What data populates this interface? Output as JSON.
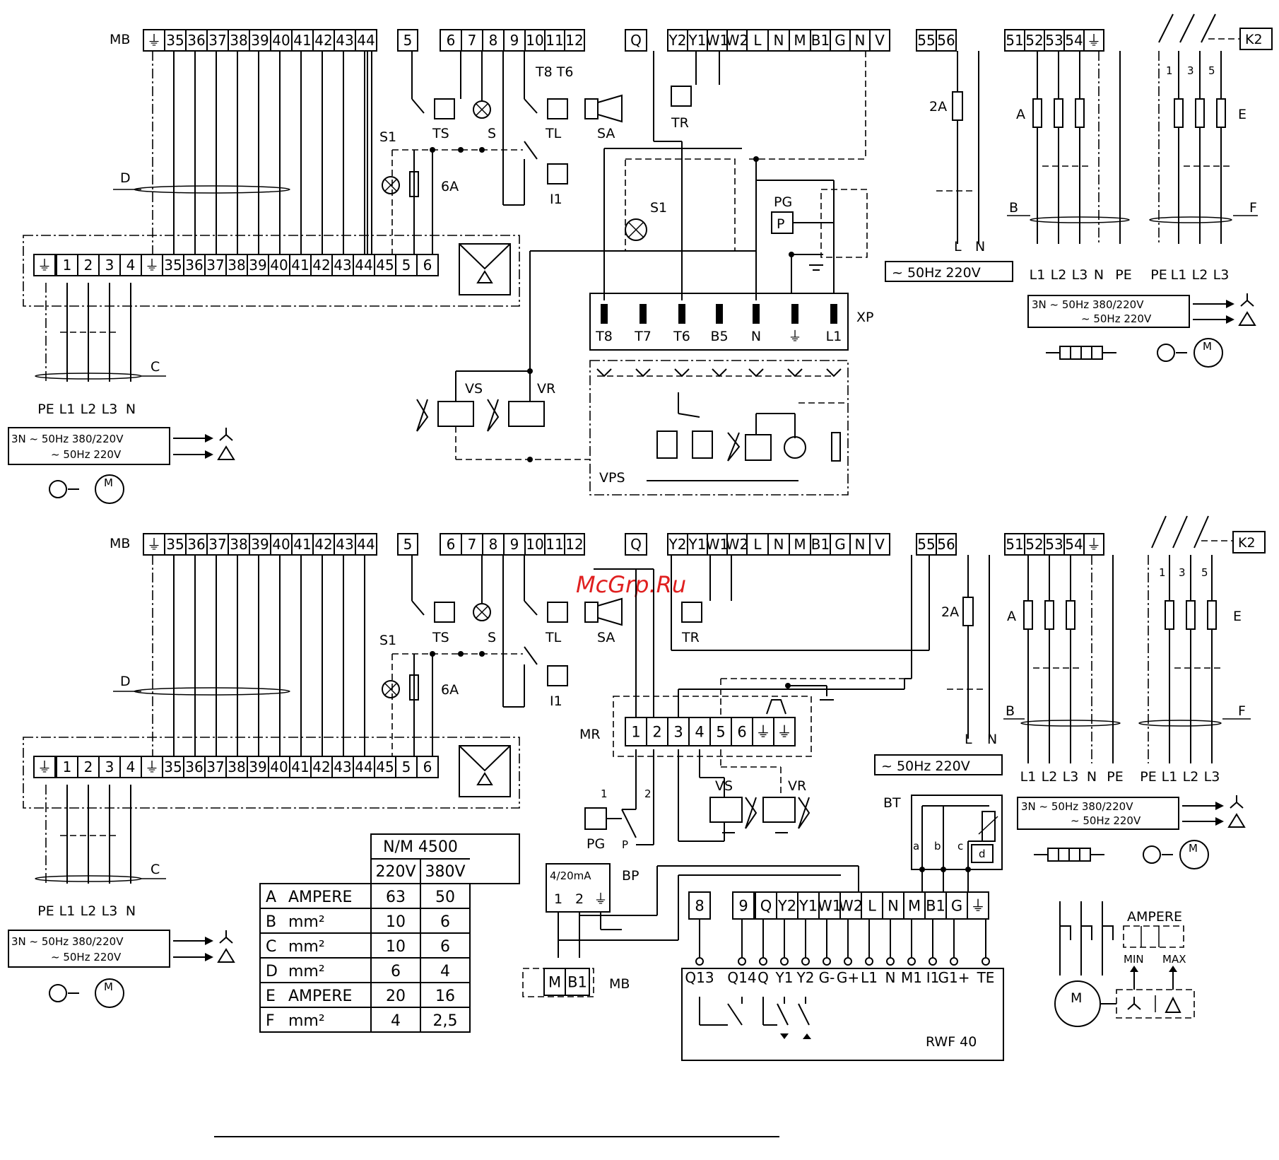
{
  "watermark": "McGrp.Ru",
  "labels": {
    "mb": "MB",
    "s1": "S1",
    "ts": "TS",
    "s": "S",
    "tl": "TL",
    "sa": "SA",
    "i1": "I1",
    "tr": "TR",
    "d": "D",
    "c": "C",
    "b": "B",
    "f": "F",
    "a": "A",
    "e": "E",
    "fuse_6a": "6A",
    "fuse_2a": "2A",
    "pg": "PG",
    "p": "P",
    "xp": "XP",
    "vs": "VS",
    "vr": "VR",
    "vps": "VPS",
    "mr": "MR",
    "bt": "BT",
    "bp": "BP",
    "rwf": "RWF  40",
    "k2": "K2",
    "ampere": "AMPERE",
    "min": "MIN",
    "max": "MAX",
    "bp_signal": "4/20mA",
    "motor_m": "M",
    "l": "L",
    "n": "N",
    "pole_1": "1",
    "pole_3": "3",
    "pole_5": "5",
    "pole_2": "2",
    "bt_a": "a",
    "bt_b": "b",
    "bt_c": "c",
    "bt_d": "d",
    "volt_3n": "3N ~ 50Hz  380/220V",
    "volt_1n": "~ 50Hz  220V",
    "volt_box": "~ 50Hz  220V"
  },
  "mb_top": [
    "⏚",
    "35",
    "36",
    "37",
    "38",
    "39",
    "40",
    "41",
    "42",
    "43",
    "44",
    "5",
    "6",
    "7",
    "8",
    "9",
    "10",
    "11",
    "12",
    "Q",
    "Y2",
    "Y1",
    "W1",
    "W2",
    "L",
    "N",
    "M",
    "B1",
    "G",
    "N",
    "V",
    "55",
    "56",
    "51",
    "52",
    "53",
    "54",
    "⏚"
  ],
  "mb_bottom": [
    "⏚",
    "35",
    "36",
    "37",
    "38",
    "39",
    "40",
    "41",
    "42",
    "43",
    "44",
    "5",
    "6",
    "7",
    "8",
    "9",
    "10",
    "11",
    "12",
    "Q",
    "Y2",
    "Y1",
    "W1",
    "W2",
    "L",
    "N",
    "M",
    "B1",
    "G",
    "N",
    "V",
    "55",
    "56",
    "51",
    "52",
    "53",
    "54",
    "⏚"
  ],
  "lower_strip": [
    "⏚",
    "1",
    "2",
    "3",
    "4",
    "⏚",
    "35",
    "36",
    "37",
    "38",
    "39",
    "40",
    "41",
    "42",
    "43",
    "44",
    "45",
    "5",
    "6"
  ],
  "xp_pins": [
    "T8",
    "T7",
    "T6",
    "B5",
    "N",
    "⏚",
    "L1"
  ],
  "t8t6": "T8 T6",
  "mr_pins": [
    "1",
    "2",
    "3",
    "4",
    "5",
    "6",
    "⏚",
    "⏚"
  ],
  "rwf_top": [
    "8",
    "9",
    "Q",
    "Y2",
    "Y1",
    "W1",
    "W2",
    "L",
    "N",
    "M",
    "B1",
    "G",
    "⏚"
  ],
  "rwf_bottom": [
    "Q13",
    "Q14",
    "Q",
    "Y1",
    "Y2",
    "G-",
    "G+",
    "L1",
    "N",
    "M1",
    "I1",
    "G1+",
    "TE"
  ],
  "bp_pins": [
    "1",
    "2",
    "⏚"
  ],
  "mb_small": [
    "M",
    "B1"
  ],
  "supply_left": [
    "PE",
    "L1",
    "L2",
    "L3",
    "N"
  ],
  "supply_mid": [
    "L1",
    "L2",
    "L3",
    "N",
    "PE"
  ],
  "supply_right": [
    "PE",
    "L1",
    "L2",
    "L3"
  ],
  "table": {
    "model": "N/M 4500",
    "cols": [
      "220V",
      "380V"
    ],
    "rows": [
      {
        "key": "A",
        "unit": "AMPERE",
        "v220": "63",
        "v380": "50"
      },
      {
        "key": "B",
        "unit": "mm²",
        "v220": "10",
        "v380": "6"
      },
      {
        "key": "C",
        "unit": "mm²",
        "v220": "10",
        "v380": "6"
      },
      {
        "key": "D",
        "unit": "mm²",
        "v220": "6",
        "v380": "4"
      },
      {
        "key": "E",
        "unit": "AMPERE",
        "v220": "20",
        "v380": "16"
      },
      {
        "key": "F",
        "unit": "mm²",
        "v220": "4",
        "v380": "2,5"
      }
    ]
  }
}
